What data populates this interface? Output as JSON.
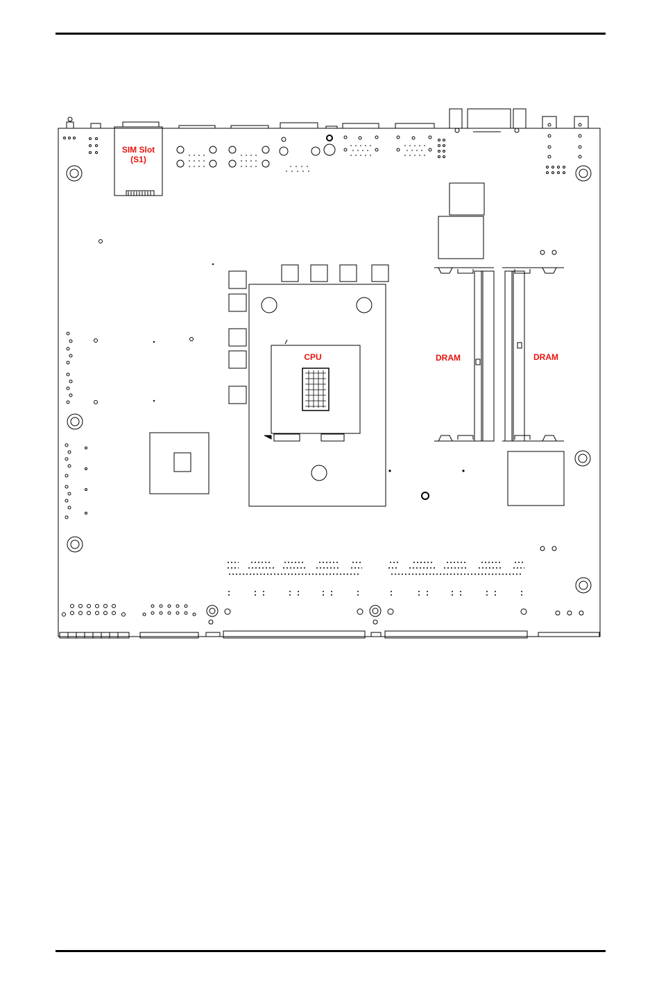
{
  "labels": {
    "sim_slot": "SIM Slot",
    "sim_slot_id": "(S1)",
    "cpu": "CPU",
    "dram_left": "DRAM",
    "dram_right": "DRAM"
  },
  "colors": {
    "label": "#e8120c",
    "line": "#000000",
    "background": "#ffffff"
  }
}
